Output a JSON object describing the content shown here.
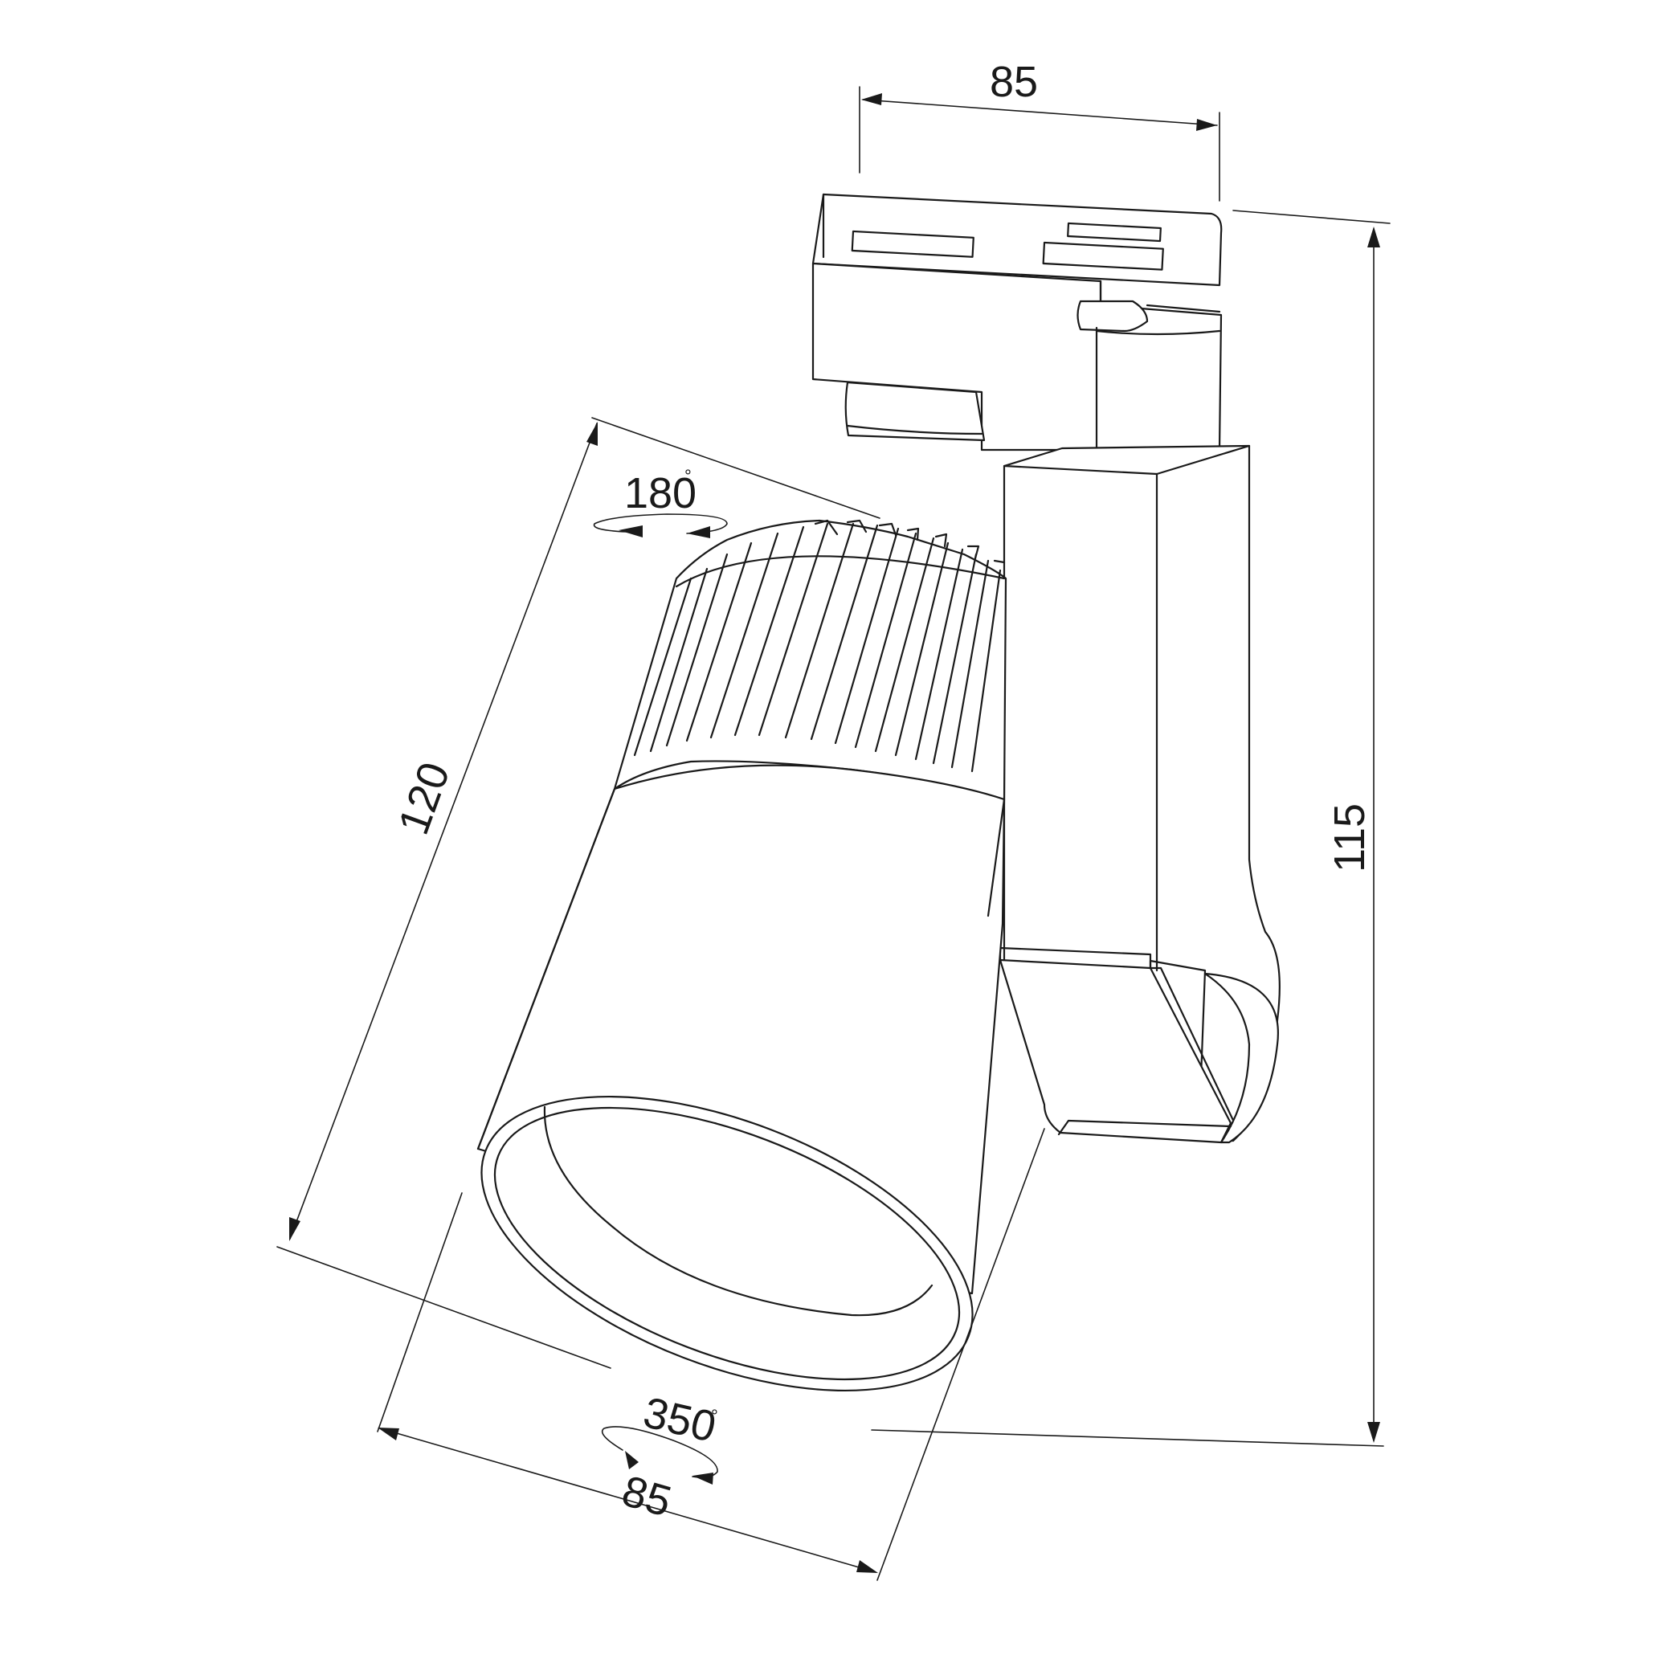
{
  "dimensions": {
    "top_width": "85",
    "height": "115",
    "body_length": "120",
    "front_width": "85"
  },
  "rotations": {
    "tilt_angle": "180",
    "rotation_angle": "350",
    "degree_symbol": "°"
  },
  "colors": {
    "line": "#1a1a1a",
    "background": "#ffffff"
  }
}
